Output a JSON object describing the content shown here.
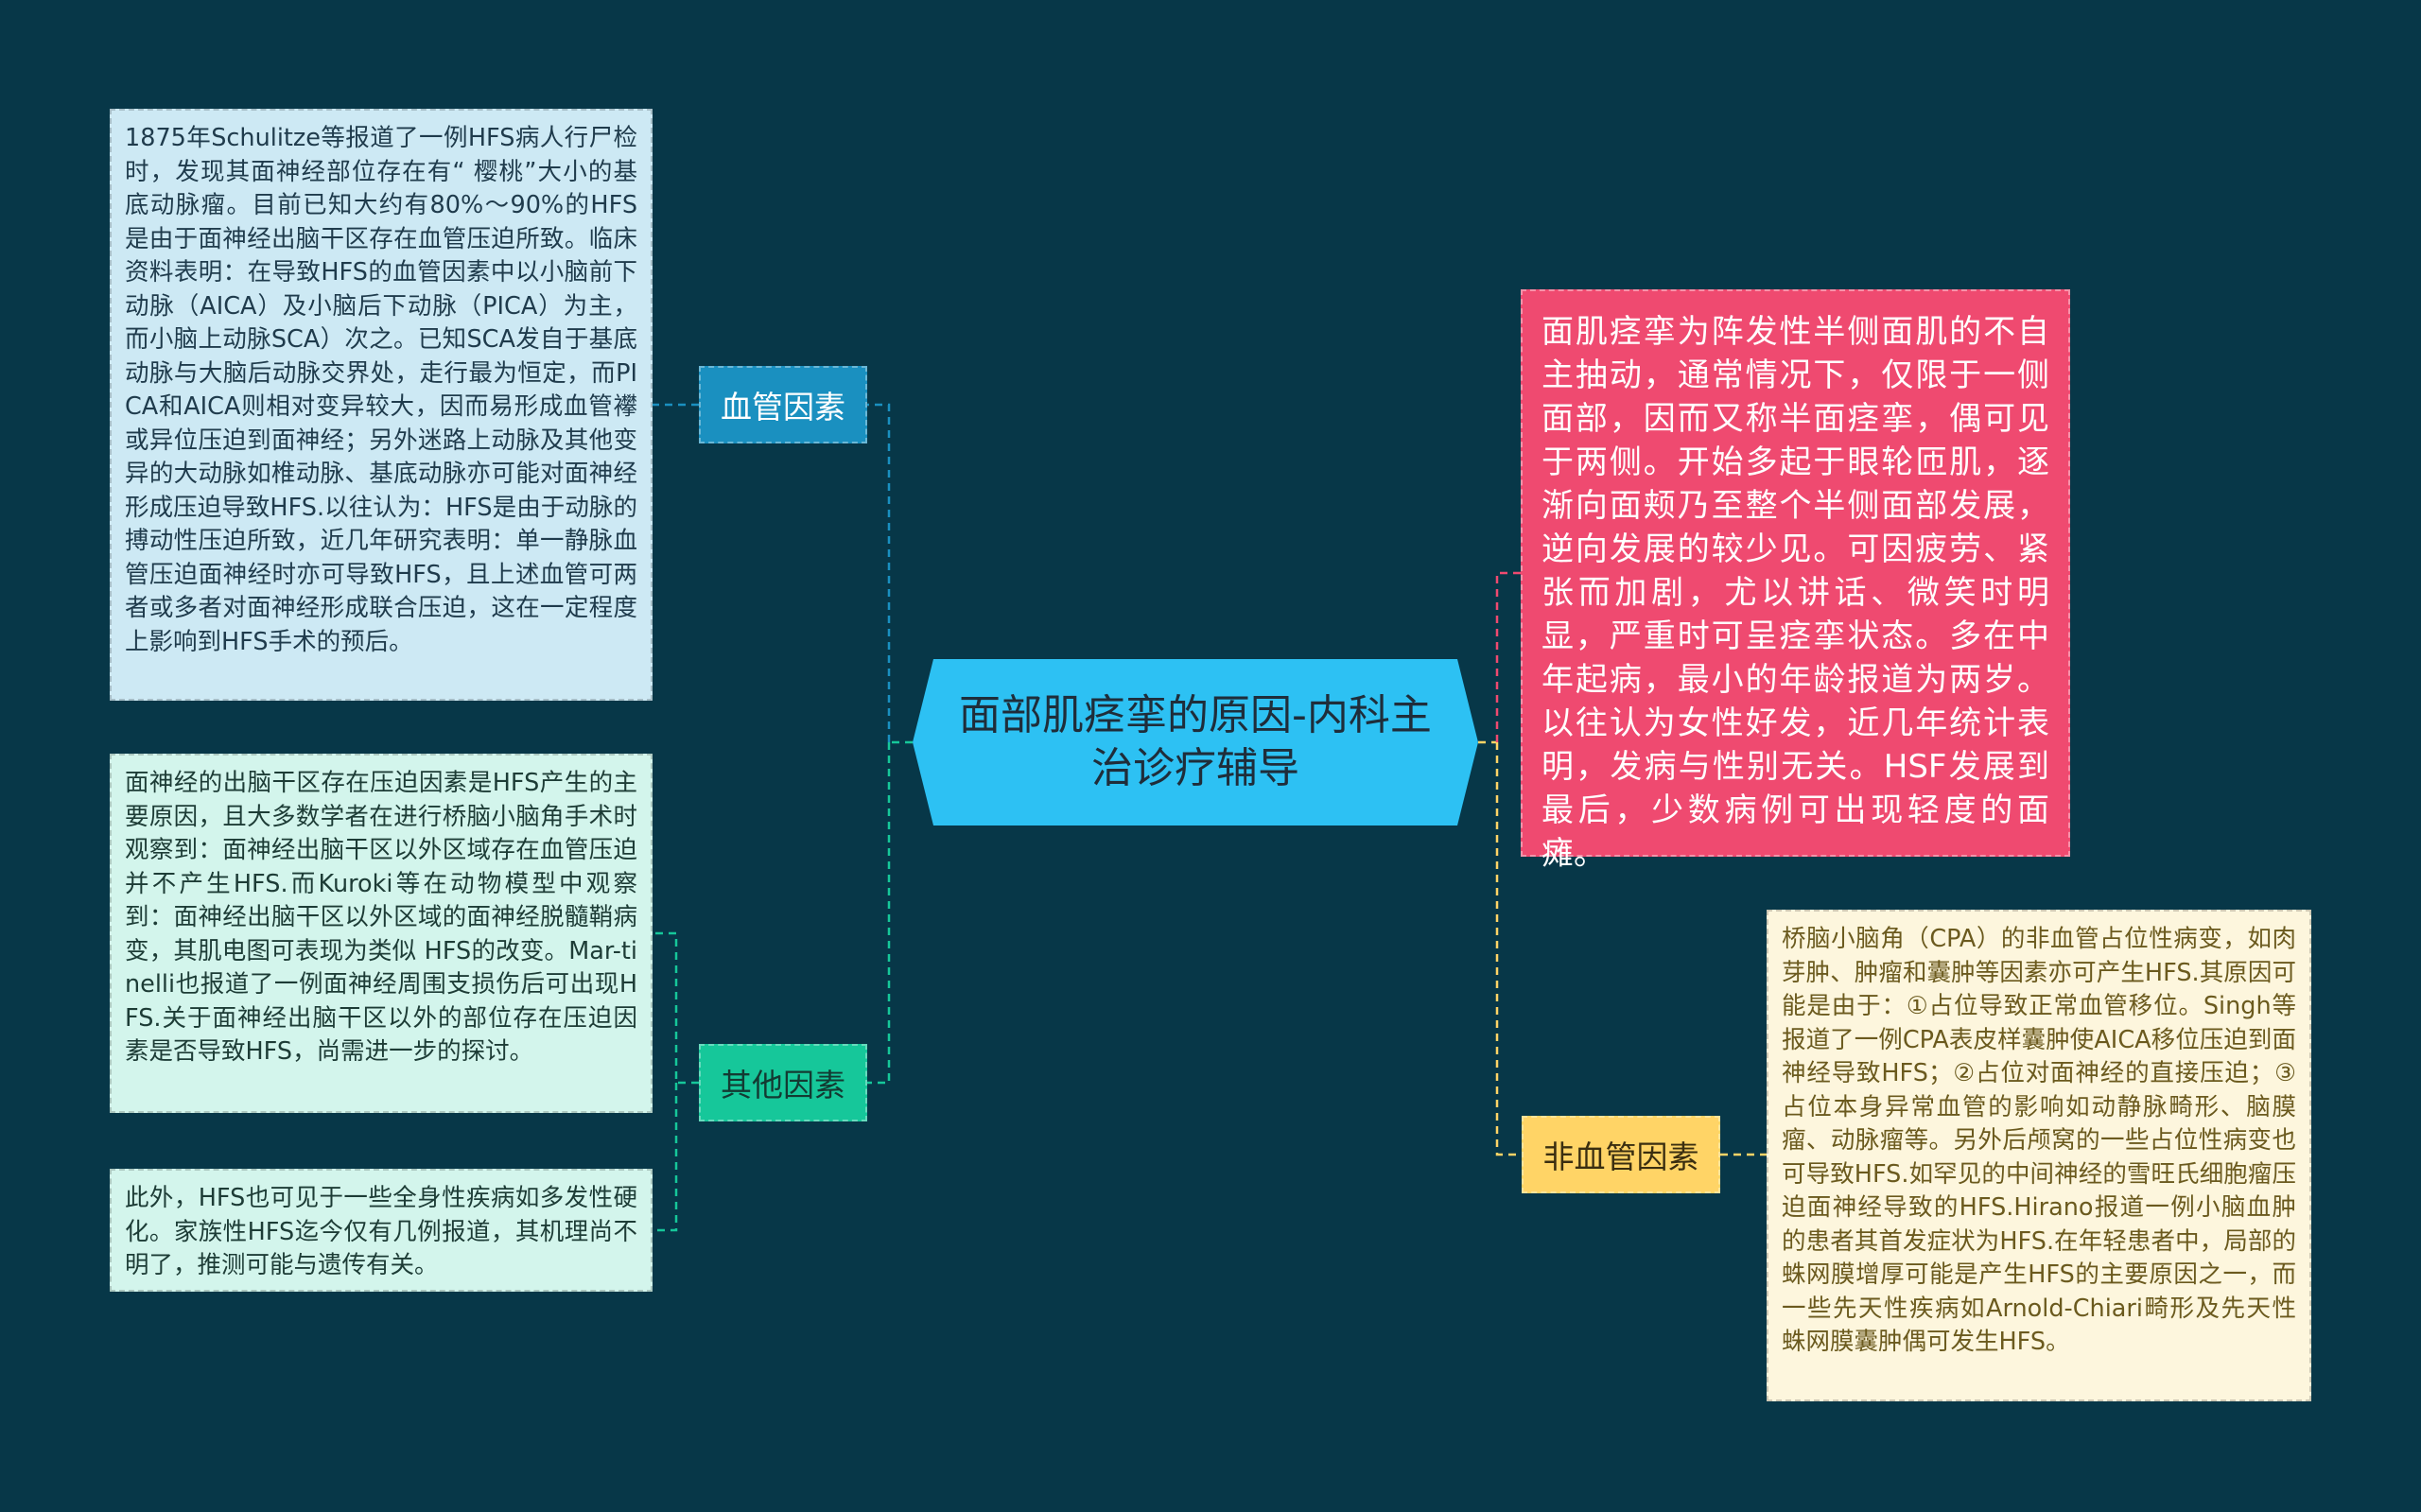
{
  "root": {
    "title": "面部肌痉挛的原因-内科主治诊疗辅导"
  },
  "branches": {
    "vascular": {
      "label": "血管因素"
    },
    "other": {
      "label": "其他因素"
    },
    "nonvascular": {
      "label": "非血管因素"
    }
  },
  "leaves": {
    "vascular_detail": "1875年Schulitze等报道了一例HFS病人行尸检时，发现其面神经部位存在有“ 樱桃”大小的基底动脉瘤。目前已知大约有80%～90%的HFS是由于面神经出脑干区存在血管压迫所致。临床资料表明：在导致HFS的血管因素中以小脑前下动脉（AICA）及小脑后下动脉（PICA）为主，而小脑上动脉SCA）次之。已知SCA发自于基底动脉与大脑后动脉交界处，走行最为恒定，而PICA和AICA则相对变异较大，因而易形成血管襻或异位压迫到面神经；另外迷路上动脉及其他变异的大动脉如椎动脉、基底动脉亦可能对面神经形成压迫导致HFS.以往认为：HFS是由于动脉的搏动性压迫所致，近几年研究表明：单一静脉血管压迫面神经时亦可导致HFS，且上述血管可两者或多者对面神经形成联合压迫，这在一定程度上影响到HFS手术的预后。",
    "other_detail_1": "面神经的出脑干区存在压迫因素是HFS产生的主要原因，且大多数学者在进行桥脑小脑角手术时观察到：面神经出脑干区以外区域存在血管压迫并不产生HFS.而Kuroki等在动物模型中观察到：面神经出脑干区以外区域的面神经脱髓鞘病变，其肌电图可表现为类似 HFS的改变。Mar-tinelli也报道了一例面神经周围支损伤后可出现HFS.关于面神经出脑干区以外的部位存在压迫因素是否导致HFS，尚需进一步的探讨。",
    "other_detail_2": "此外，HFS也可见于一些全身性疾病如多发性硬化。家族性HFS迄今仅有几例报道，其机理尚不明了，推测可能与遗传有关。",
    "definition": "面肌痉挛为阵发性半侧面肌的不自主抽动，通常情况下，仅限于一侧面部，因而又称半面痉挛，偶可见于两侧。开始多起于眼轮匝肌，逐渐向面颊乃至整个半侧面部发展，逆向发展的较少见。可因疲劳、紧张而加剧，尤以讲话、微笑时明显，严重时可呈痉挛状态。多在中年起病，最小的年龄报道为两岁。以往认为女性好发，近几年统计表明，发病与性别无关。HSF发展到最后，少数病例可出现轻度的面瘫。",
    "nonvascular_detail": "桥脑小脑角（CPA）的非血管占位性病变，如肉芽肿、肿瘤和囊肿等因素亦可产生HFS.其原因可能是由于：①占位导致正常血管移位。Singh等报道了一例CPA表皮样囊肿使AICA移位压迫到面神经导致HFS；②占位对面神经的直接压迫；③占位本身异常血管的影响如动静脉畸形、脑膜瘤、动脉瘤等。另外后颅窝的一些占位性病变也可导致HFS.如罕见的中间神经的雪旺氏细胞瘤压迫面神经导致的HFS.Hirano报道一例小脑血肿的患者其首发症状为HFS.在年轻患者中，局部的蛛网膜增厚可能是产生HFS的主要原因之一，而一些先天性疾病如Arnold-Chiari畸形及先天性蛛网膜囊肿偶可发生HFS。"
  },
  "colors": {
    "background": "#073748",
    "root": "#2dc1f3",
    "vascular": "#1a90c0",
    "other": "#16c79a",
    "nonvascular": "#ffd466",
    "definition": "#ef4a70"
  }
}
